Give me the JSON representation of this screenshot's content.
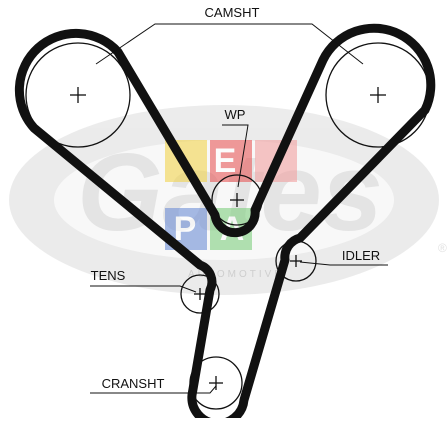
{
  "labels": {
    "camshaft": "CAMSHT",
    "water_pump": "WP",
    "idler": "IDLER",
    "tensioner": "TENS",
    "crankshaft": "CRANSHT"
  },
  "watermark": {
    "brand": "Gates",
    "registered": "®",
    "overlay_text": "AUTOMOTIVE",
    "logo_tiles": [
      "E",
      "P",
      "A"
    ]
  },
  "colors": {
    "belt": "#111111",
    "pulley": "#111111",
    "label": "#111111",
    "watermark_gray": "#d9d9d9",
    "tile_red": "#e85a5a",
    "tile_yellow": "#f2d44e",
    "tile_green": "#7fcf7f",
    "tile_blue": "#6e8fd6"
  }
}
